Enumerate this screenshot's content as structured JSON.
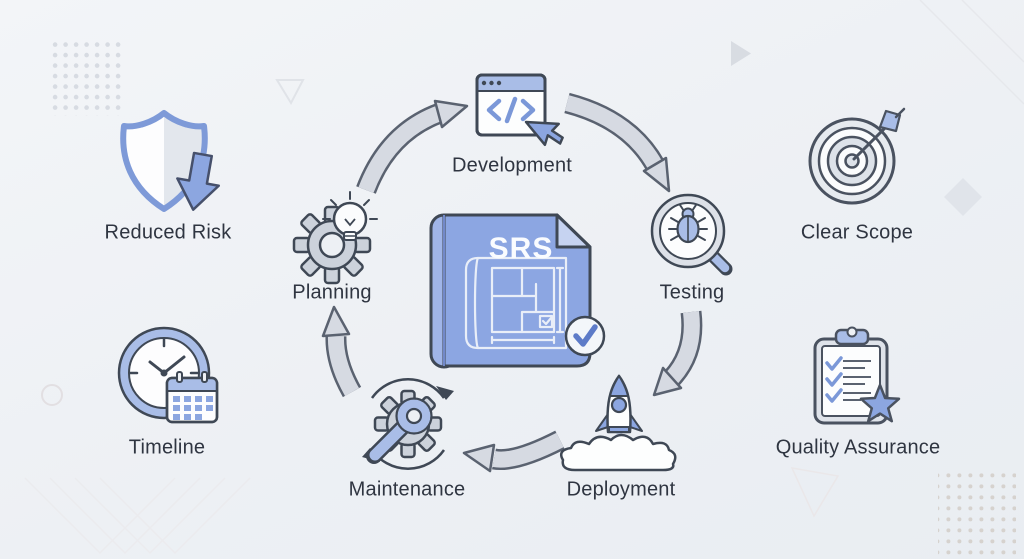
{
  "diagram": {
    "title_hint": "SRS software development lifecycle diagram",
    "center": {
      "label": "SRS",
      "icon": "srs-blueprint-document-icon",
      "badge_icon": "check-circle-icon"
    },
    "stages": [
      {
        "label": "Planning",
        "icon": "gear-lightbulb-icon"
      },
      {
        "label": "Development",
        "icon": "code-window-cursor-icon"
      },
      {
        "label": "Testing",
        "icon": "bug-magnifier-icon"
      },
      {
        "label": "Deployment",
        "icon": "rocket-launch-icon"
      },
      {
        "label": "Maintenance",
        "icon": "wrench-gear-refresh-icon"
      }
    ],
    "benefits": [
      {
        "label": "Reduced Risk",
        "icon": "shield-down-arrow-icon"
      },
      {
        "label": "Timeline",
        "icon": "clock-calendar-icon"
      },
      {
        "label": "Clear Scope",
        "icon": "target-arrow-icon"
      },
      {
        "label": "Quality Assurance",
        "icon": "clipboard-checklist-star-icon"
      }
    ],
    "decorations": [
      "dot-grid-top-left",
      "dot-grid-bottom-right",
      "solid-triangle",
      "outline-triangle",
      "diamond",
      "circle-outline",
      "chevron-lines",
      "corner-diagonal-lines"
    ]
  },
  "colors": {
    "background": "#eef1f4",
    "accent_blue": "#8ca6e2",
    "light_blue": "#a9bde7",
    "pale_blue": "#c6d3f1",
    "icon_outline": "#3f4855",
    "arrow_fill": "#d6dae2",
    "arrow_outline": "#5a6270",
    "gear_gray": "#ccd2db",
    "text": "#2f3541",
    "doc_text": "#fafcff"
  }
}
